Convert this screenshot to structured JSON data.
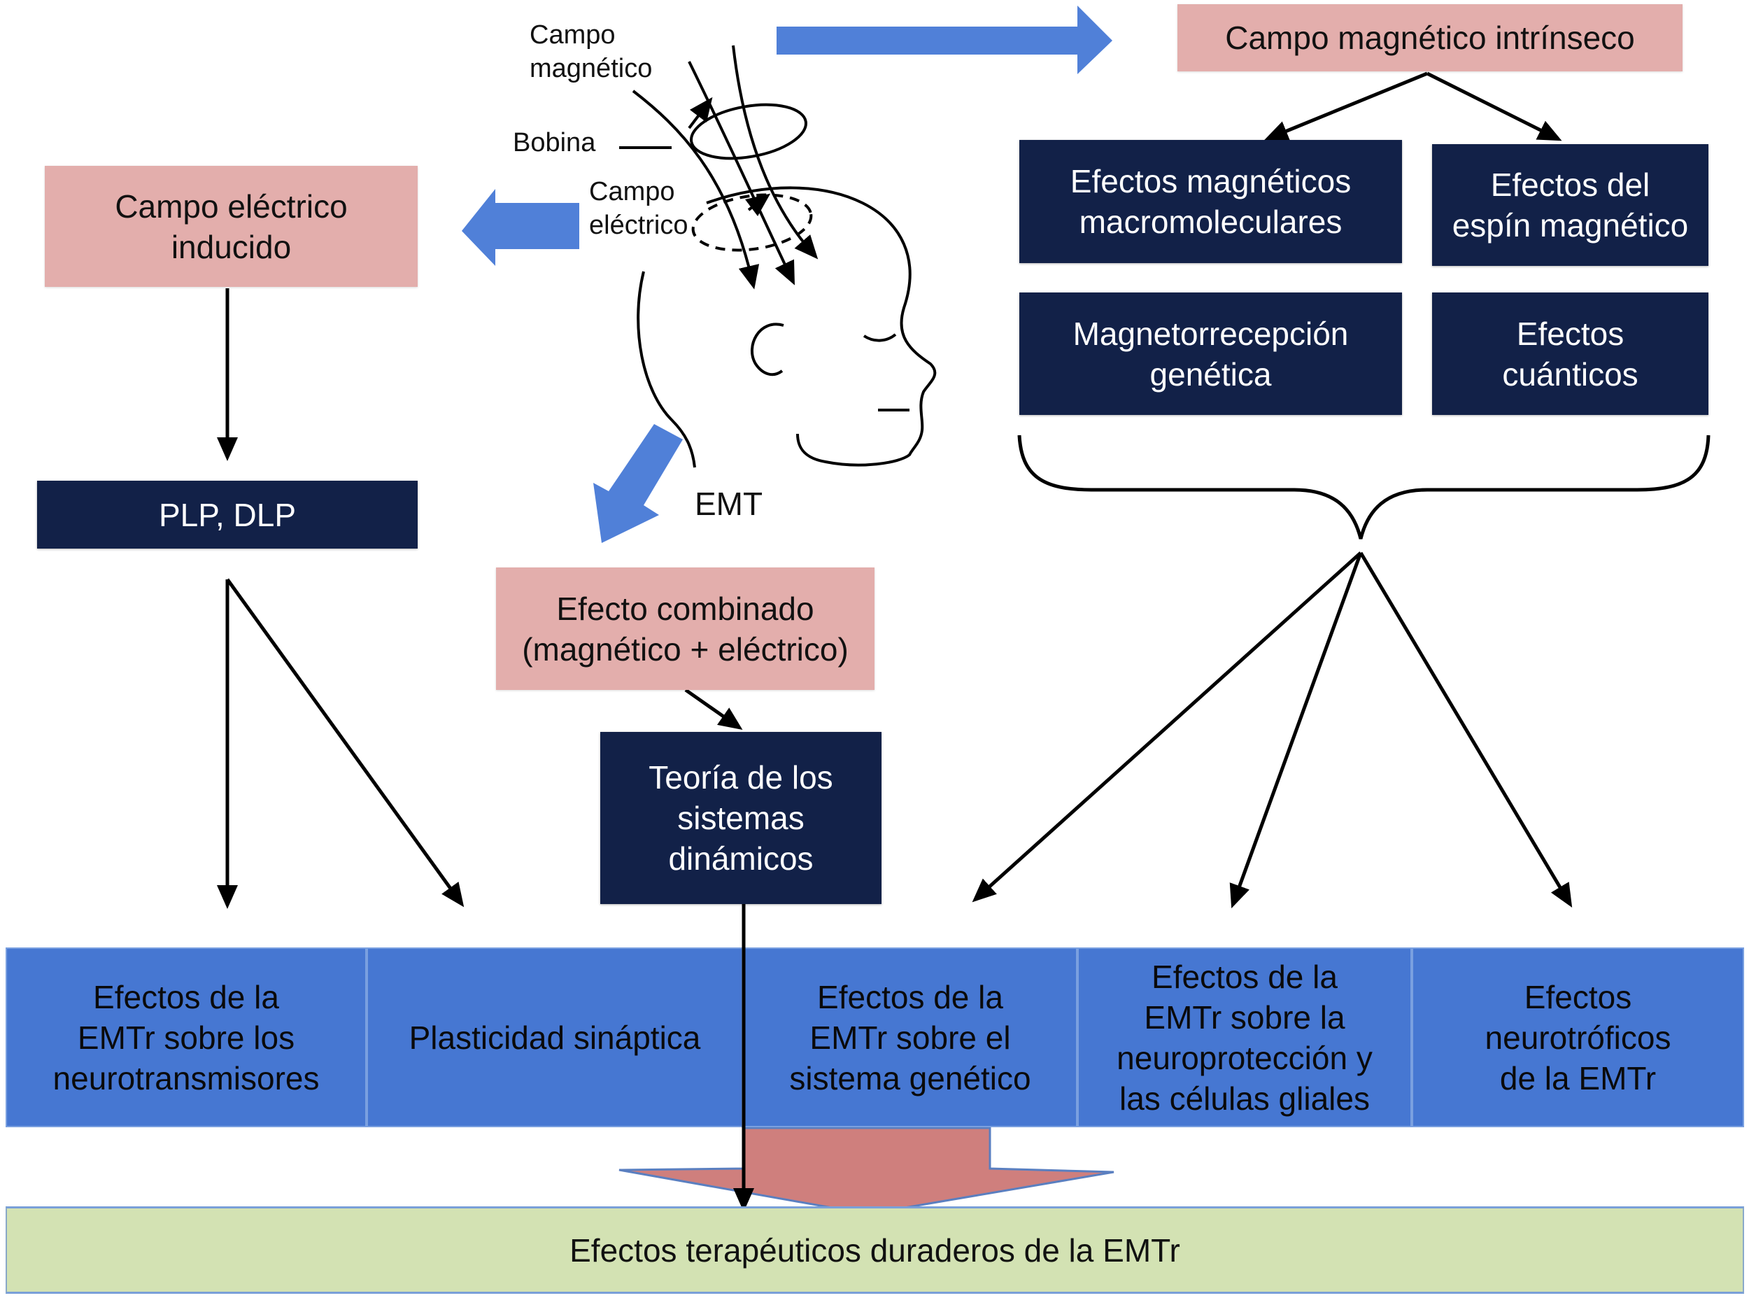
{
  "diagram": {
    "head_labels": {
      "magnetic_field": "Campo\nmagnético",
      "coil": "Bobina",
      "electric_field": "Campo\neléctrico",
      "emt": "EMT"
    },
    "top_right": {
      "title": "Campo magnético intrínseco",
      "mechanisms": [
        "Efectos magnéticos\nmacromoleculares",
        "Efectos del\nespín magnético",
        "Magnetorrecepción\ngenética",
        "Efectos\ncuánticos"
      ]
    },
    "left": {
      "induced_field": "Campo eléctrico\ninducido",
      "plp_dlp": "PLP, DLP"
    },
    "center": {
      "combined_effect": "Efecto combinado\n(magnético + eléctrico)",
      "dynamic_systems": "Teoría de los\nsistemas\ndinámicos"
    },
    "effects_row": [
      "Efectos de la\nEMTr sobre los\nneurotransmisores",
      "Plasticidad sináptica",
      "Efectos de la\nEMTr sobre el\nsistema genético",
      "Efectos de la\nEMTr sobre la\nneuroprotección y\nlas células gliales",
      "Efectos\nneurotróficos\nde la EMTr"
    ],
    "final": "Efectos terapéuticos duraderos de la EMTr",
    "colors": {
      "pink": "#e3aeac",
      "navy": "#122148",
      "blue": "#4677d2",
      "arrow_blue": "#5080d8",
      "green": "#d3e2b3",
      "big_arrow": "#cf7f7d"
    }
  }
}
